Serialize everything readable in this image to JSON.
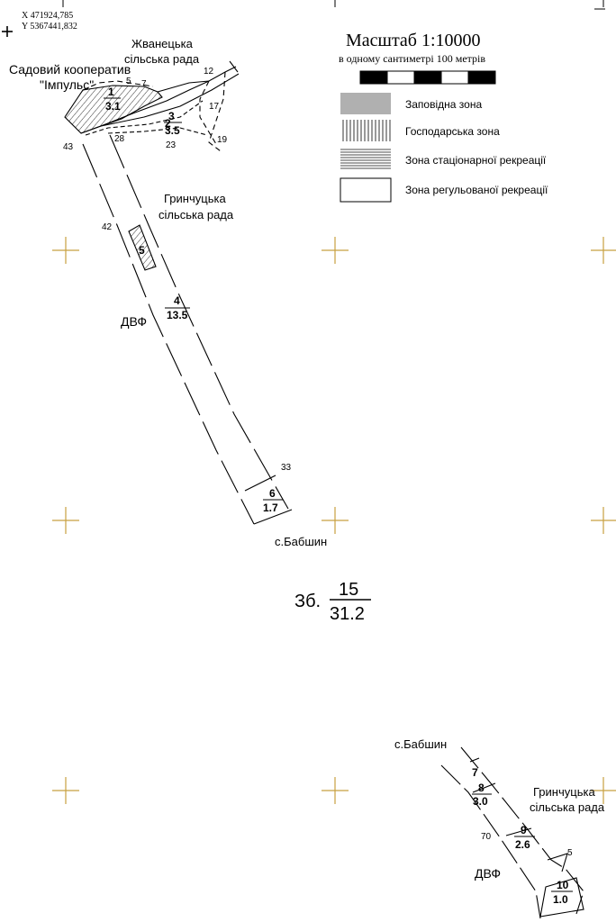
{
  "coords": {
    "x_label": "X  471924,785",
    "y_label": "Y  5367441,832"
  },
  "scale": {
    "title": "Масштаб  1:10000",
    "subtitle": "в одному сантиметрі 100 метрів"
  },
  "legend": [
    {
      "label": "Заповідна зона",
      "pattern": "solid-gray"
    },
    {
      "label": "Господарська зона",
      "pattern": "vertical-hatch"
    },
    {
      "label": "Зона стаціонарної рекреації",
      "pattern": "horizontal-hatch"
    },
    {
      "label": "Зона регульованої рекреації",
      "pattern": "blank"
    }
  ],
  "places": {
    "zhvanets_1": "Жванецька",
    "zhvanets_2": "сільська рада",
    "coop_1": "Садовий кооператив",
    "coop_2": "\"Імпульс\"",
    "grynch_1": "Гринчуцька",
    "grynch_2": "сільська рада",
    "dvf": "ДВФ",
    "babshyn": "с.Бабшин",
    "babshyn2": "с.Бабшин",
    "grynch2_1": "Гринчуцька",
    "grynch2_2": "сільська рада",
    "dvf2": "ДВФ"
  },
  "parcels": [
    {
      "num": "1",
      "area": "3.1"
    },
    {
      "num": "2",
      "area": ""
    },
    {
      "num": "3",
      "area": "3.5"
    },
    {
      "num": "4",
      "area": "13.5"
    },
    {
      "num": "5",
      "area": ""
    },
    {
      "num": "6",
      "area": "1.7"
    },
    {
      "num": "7",
      "area": ""
    },
    {
      "num": "8",
      "area": "3.0"
    },
    {
      "num": "9",
      "area": "2.6"
    },
    {
      "num": "10",
      "area": "1.0"
    }
  ],
  "quarters": {
    "q5": "5",
    "q7": "7",
    "q12": "12",
    "q17": "17",
    "q19": "19",
    "q23": "23",
    "q28": "28",
    "q43": "43",
    "q42": "42",
    "q33": "33",
    "q70": "70",
    "q5b": "5"
  },
  "summary": {
    "prefix": "Зб.",
    "num": "15",
    "area": "31.2"
  },
  "colors": {
    "crosshair": "#c8a040",
    "reserve": "#b0b0b0",
    "ink": "#000000"
  }
}
